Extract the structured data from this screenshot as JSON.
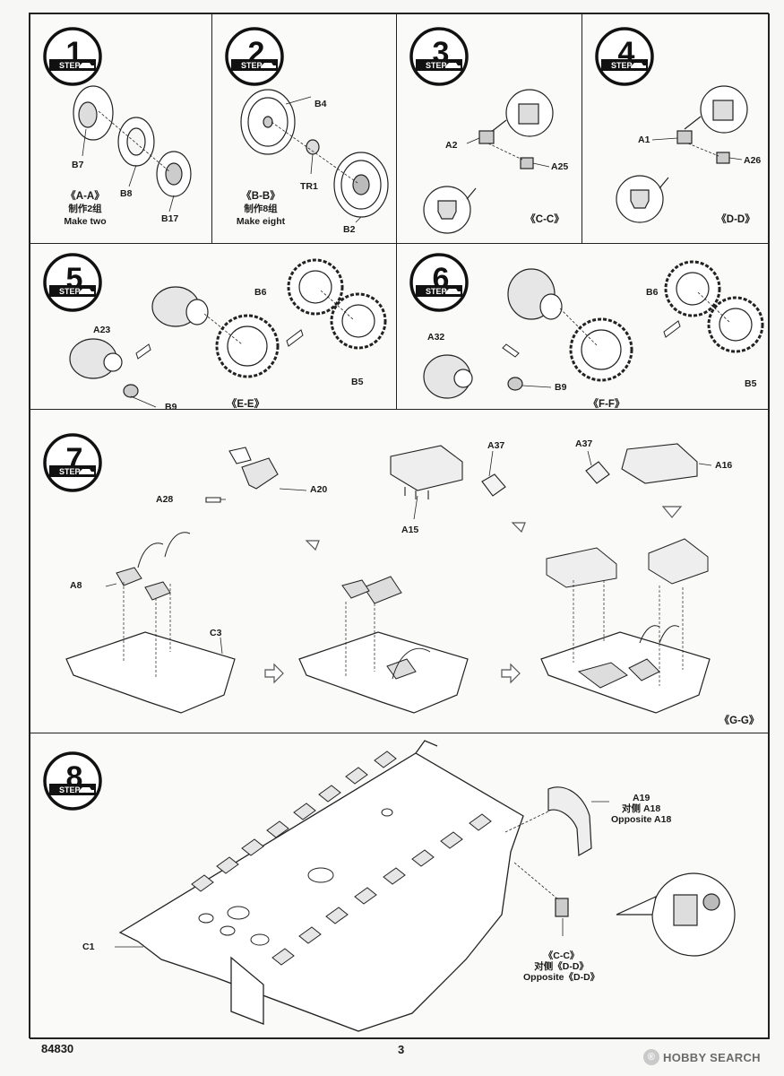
{
  "page": {
    "product_code": "84830",
    "page_number": "3",
    "watermark": "HOBBY SEARCH",
    "watermark_registered": "®"
  },
  "steps": [
    {
      "id": "1",
      "badge_word": "STEP",
      "number": "1",
      "labels": {
        "b7": "B7",
        "b8": "B8",
        "b17": "B17"
      },
      "caption": {
        "code": "《A-A》",
        "cn": "制作2组",
        "en": "Make two"
      }
    },
    {
      "id": "2",
      "badge_word": "STEP",
      "number": "2",
      "labels": {
        "b4": "B4",
        "tr1": "TR1",
        "b2": "B2"
      },
      "caption": {
        "code": "《B-B》",
        "cn": "制作8组",
        "en": "Make eight"
      }
    },
    {
      "id": "3",
      "badge_word": "STEP",
      "number": "3",
      "labels": {
        "a2": "A2",
        "a25": "A25"
      },
      "caption": {
        "code": "《C-C》"
      }
    },
    {
      "id": "4",
      "badge_word": "STEP",
      "number": "4",
      "labels": {
        "a1": "A1",
        "a26": "A26"
      },
      "caption": {
        "code": "《D-D》"
      }
    },
    {
      "id": "5",
      "badge_word": "STEP",
      "number": "5",
      "labels": {
        "b6": "B6",
        "a23": "A23",
        "b5": "B5",
        "b9": "B9"
      },
      "caption": {
        "code": "《E-E》"
      }
    },
    {
      "id": "6",
      "badge_word": "STEP",
      "number": "6",
      "labels": {
        "b6": "B6",
        "a32": "A32",
        "b9": "B9",
        "b5": "B5"
      },
      "caption": {
        "code": "《F-F》"
      }
    },
    {
      "id": "7",
      "badge_word": "STEP",
      "number": "7",
      "labels": {
        "a28": "A28",
        "a20": "A20",
        "a37a": "A37",
        "a15": "A15",
        "a37b": "A37",
        "a16": "A16",
        "a8": "A8",
        "c3": "C3"
      },
      "caption": {
        "code": "《G-G》"
      }
    },
    {
      "id": "8",
      "badge_word": "STEP",
      "number": "8",
      "labels": {
        "a19": "A19",
        "a19_cn": "对侧 A18",
        "a19_en": "Opposite A18",
        "c1": "C1",
        "cc": "《C-C》",
        "dd_cn": "对侧《D-D》",
        "dd_en": "Opposite《D-D》"
      }
    }
  ]
}
